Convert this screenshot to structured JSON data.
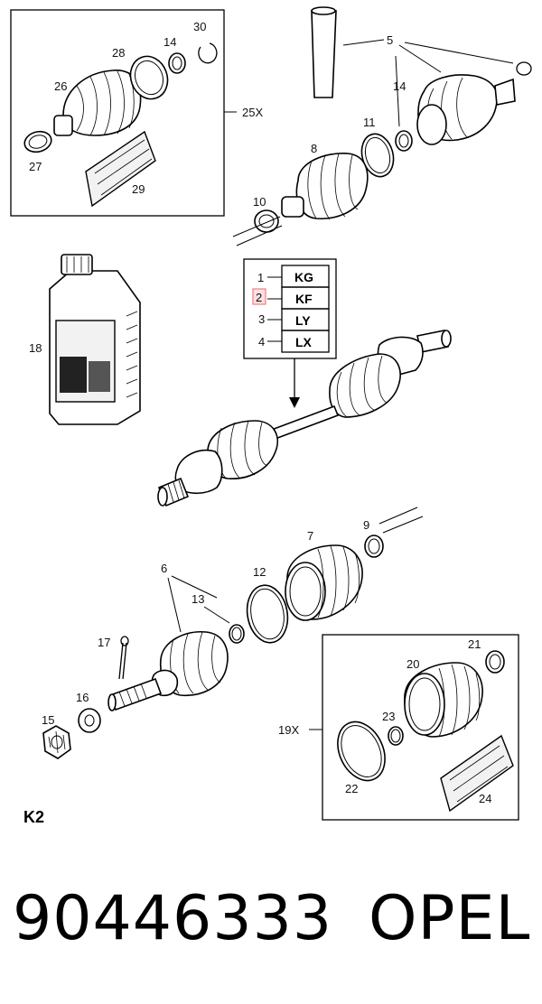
{
  "diagram": {
    "callouts": {
      "c30": "30",
      "c28": "28",
      "c14a": "14",
      "c26": "26",
      "c27": "27",
      "c29": "29",
      "c25x": "25X",
      "c5": "5",
      "c14b": "14",
      "c11": "11",
      "c8": "8",
      "c10": "10",
      "c18": "18",
      "c7": "7",
      "c9": "9",
      "c6": "6",
      "c12": "12",
      "c13": "13",
      "c17": "17",
      "c16": "16",
      "c15": "15",
      "c19x": "19X",
      "c21": "21",
      "c20": "20",
      "c23": "23",
      "c22": "22",
      "c24": "24"
    },
    "variants": [
      {
        "num": "1",
        "code": "KG",
        "highlighted": false
      },
      {
        "num": "2",
        "code": "KF",
        "highlighted": true
      },
      {
        "num": "3",
        "code": "LY",
        "highlighted": false
      },
      {
        "num": "4",
        "code": "LX",
        "highlighted": false
      }
    ],
    "highlight_color": "#f08080",
    "page_label": "K2"
  },
  "footer": {
    "part_number": "90446333",
    "brand": "OPEL"
  }
}
